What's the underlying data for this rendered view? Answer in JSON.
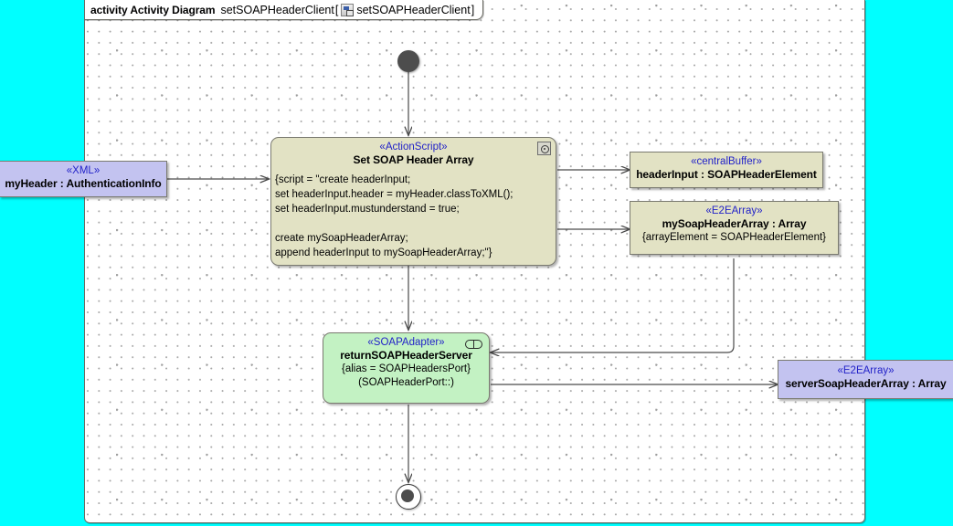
{
  "frame": {
    "keyword": "activity Activity Diagram",
    "name": "setSOAPHeaderClient",
    "bracket_open": "[",
    "icon": "activity-diagram-icon",
    "qualified_name": "setSOAPHeaderClient",
    "bracket_close": "]"
  },
  "colors": {
    "background": "#00FFFF",
    "frame_fill": "#FFFFFF",
    "frame_border": "#6B6B63",
    "action_fill": "#E2E2C4",
    "object_fill": "#C3C3F0",
    "adapter_fill": "#C3F2C3",
    "stereotype_text": "#2222C8",
    "node_text": "#000000",
    "edge": "#4A4A4A",
    "start_node": "#4D4D4D"
  },
  "nodes": {
    "start": {
      "name": "initial-node"
    },
    "end": {
      "name": "activity-final-node"
    },
    "input_object": {
      "stereotype": "«XML»",
      "label": "myHeader : AuthenticationInfo"
    },
    "action": {
      "stereotype": "«ActionScript»",
      "name": "Set SOAP Header Array",
      "script": "{script = \"create headerInput;\nset headerInput.header = myHeader.classToXML();\nset headerInput.mustunderstand = true;\n\ncreate mySoapHeaderArray;\nappend headerInput to mySoapHeaderArray;\"}",
      "icon": "action-script-icon"
    },
    "central_buffer": {
      "stereotype": "«centralBuffer»",
      "label": "headerInput : SOAPHeaderElement"
    },
    "array_buffer": {
      "stereotype": "«E2EArray»",
      "label": "mySoapHeaderArray : Array",
      "property": "{arrayElement = SOAPHeaderElement}"
    },
    "adapter": {
      "stereotype": "«SOAPAdapter»",
      "name": "returnSOAPHeaderServer",
      "property": "{alias = SOAPHeadersPort}",
      "port": "(SOAPHeaderPort::)",
      "icon": "soap-adapter-pill-icon"
    },
    "output_object": {
      "stereotype": "«E2EArray»",
      "label": "serverSoapHeaderArray : Array"
    }
  },
  "edges": [
    {
      "name": "edge-start-to-action",
      "from": "start",
      "to": "action"
    },
    {
      "name": "edge-input-to-action",
      "from": "input_object",
      "to": "action"
    },
    {
      "name": "edge-action-to-buffer",
      "from": "action",
      "to": "central_buffer"
    },
    {
      "name": "edge-action-to-array",
      "from": "action",
      "to": "array_buffer"
    },
    {
      "name": "edge-array-to-adapter",
      "from": "array_buffer",
      "to": "adapter"
    },
    {
      "name": "edge-action-to-adapter",
      "from": "action",
      "to": "adapter"
    },
    {
      "name": "edge-adapter-to-output",
      "from": "adapter",
      "to": "output_object"
    },
    {
      "name": "edge-adapter-to-end",
      "from": "adapter",
      "to": "end"
    }
  ]
}
